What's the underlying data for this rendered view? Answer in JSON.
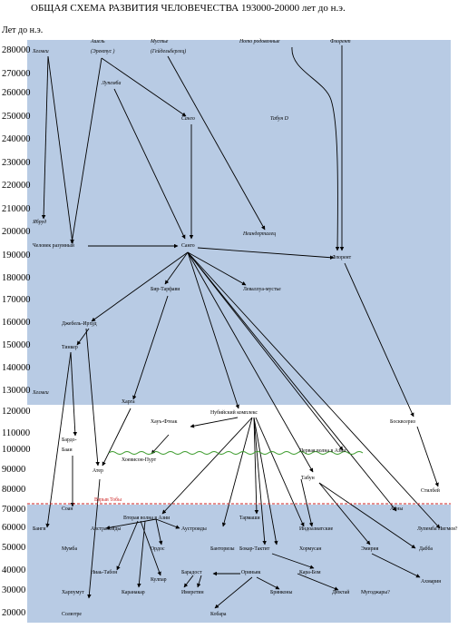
{
  "title": "ОБЩАЯ СХЕМА РАЗВИТИЯ ЧЕЛОВЕЧЕСТВА 193000-20000 лет до н.э.",
  "unit": "Лет до н.э.",
  "colors": {
    "band": "#b8cbe4",
    "toba": "#cc2222",
    "wave": "#3a9a2a"
  },
  "years": [
    "280000",
    "270000",
    "260000",
    "250000",
    "240000",
    "230000",
    "220000",
    "210000",
    "200000",
    "190000",
    "180000",
    "170000",
    "160000",
    "150000",
    "140000",
    "130000",
    "120000",
    "110000",
    "100000",
    "90000",
    "80000",
    "70000",
    "60000",
    "50000",
    "40000",
    "30000",
    "20000"
  ],
  "labels": {
    "heidelberg": "Хелмеи",
    "ashel": "Ашель",
    "ashel2": "(Эректус )",
    "muste": "Мустье",
    "muste2": "(Гейдельбергец)",
    "homo_rod": "Homo родовенные",
    "florent": "Флорент",
    "lupemba": "Лупемба",
    "sango_top": "Санго",
    "tabun_d": "Табун D",
    "yabrud": "Ябруд",
    "neanderthal": "Неандерталец",
    "homo_sapiens": "Человек разумный",
    "sango": "Санго",
    "florent2": "Флорент",
    "bir_tarfaui": "Бир-Тарфави",
    "levallua": "Леваллуа-мустье",
    "jebel_irhoud": "Джебель-Ирхуд",
    "tsinker": "Тинкер",
    "helmei": "Хелмеи",
    "harga": "Харга",
    "nubian": "Нубийский комплекс",
    "howiesons": "Хауъ-Фтеак",
    "bosquerias": "Босквсериз",
    "bardo1": "Бардо-",
    "bardo2": "Бааи",
    "khemison": "Хоевисон-Пурт",
    "first_wave": "Первая волна в Азии",
    "ater": "Атер",
    "tabun": "Табун",
    "stillbay": "Стилбей",
    "soan": "Соан",
    "toba": "Взрыв Тобы",
    "ajni": "Айны",
    "bangri": "Банги",
    "second_wave": "Вторая волна в Азии",
    "tarmaki": "Тармаши",
    "australoid": "Австралойды",
    "austrics": "Аустроиды",
    "indo_asian": "Индоазиатские",
    "lupemba_pygm": "Лупемба Пигмеи?",
    "mumba": "Мумба",
    "ordos": "Ордос",
    "bantu": "Банторизы",
    "bokar": "Бокар-Тактит",
    "khormusan": "Хормусан",
    "emirian": "Эмирия",
    "dabba": "Дабба",
    "niah": "Ниаь-Табон",
    "kulpar": "Кулпар",
    "baradost": "Барадост",
    "orientals": "Ориньяк",
    "karabom": "Кара-Бом",
    "ahmarian": "Ахмарин",
    "harpumut": "Харпумут",
    "karanakar": "Каранакар",
    "imereti": "Имеретин",
    "brinkhosen": "Брянконы",
    "diyuktai": "Дюктай",
    "mugodzhar": "Мугоджары?",
    "solutre": "Солютре",
    "kobara": "Кобара"
  }
}
